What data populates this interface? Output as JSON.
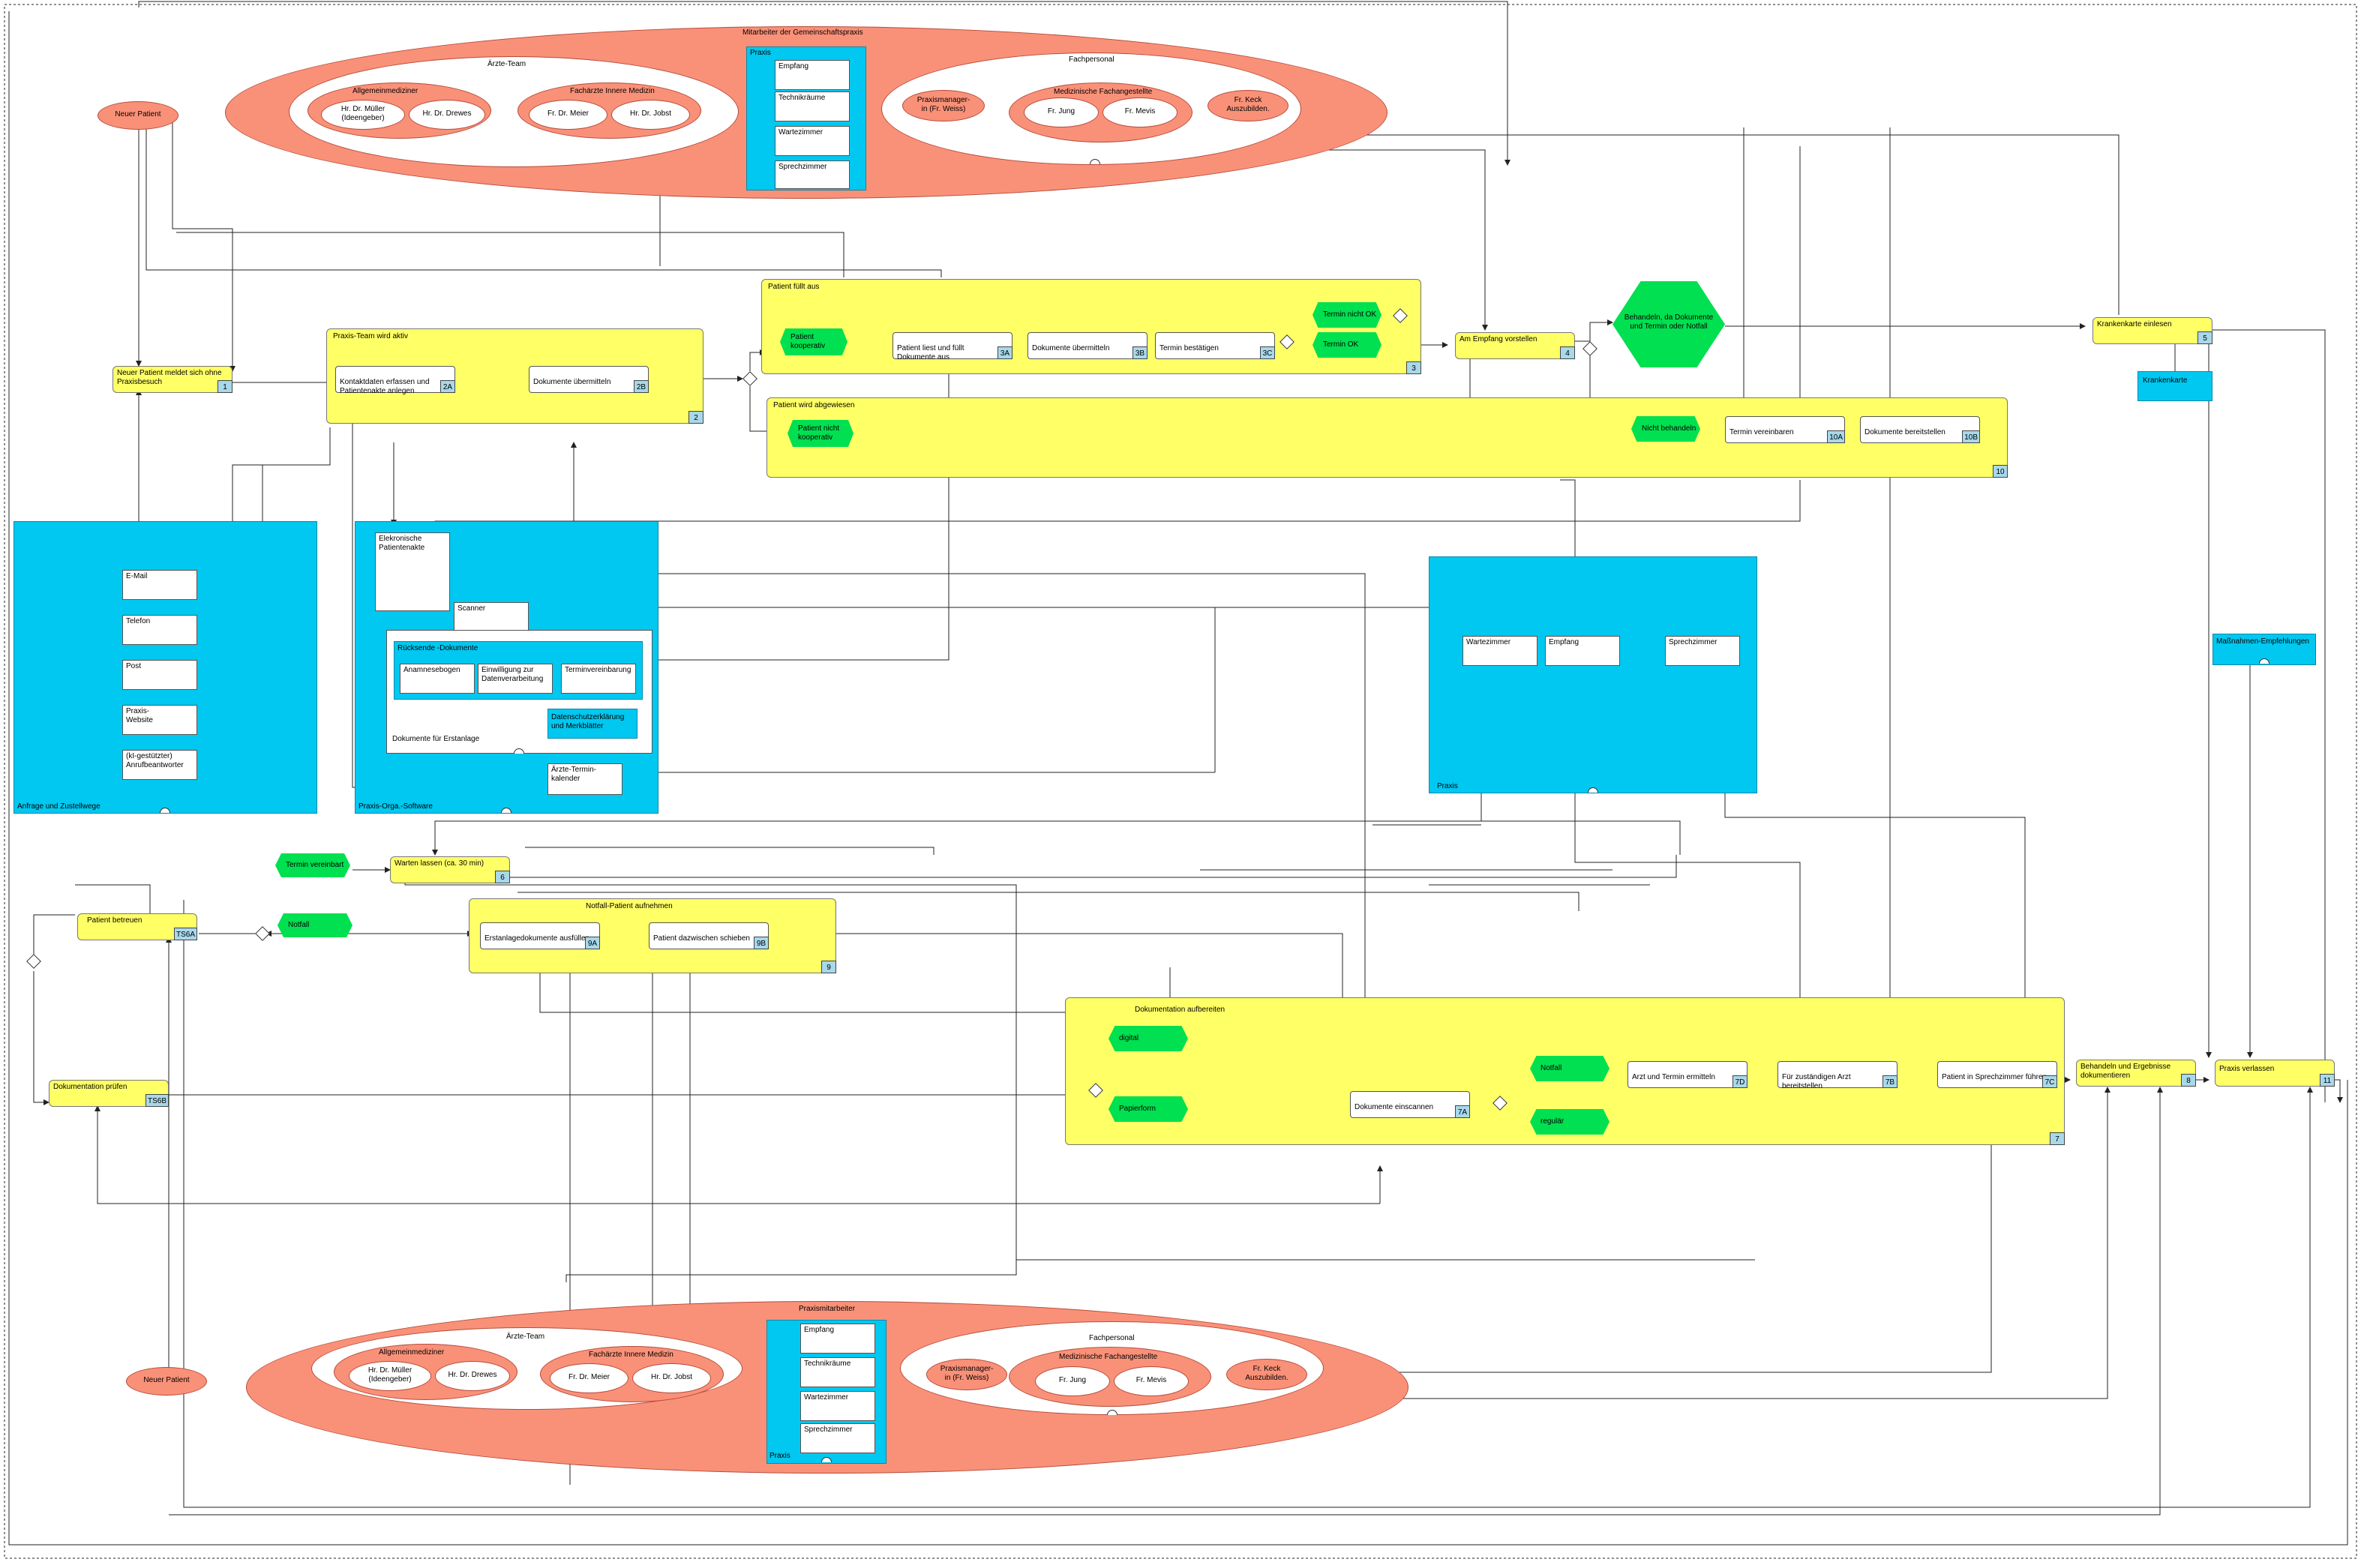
{
  "org_top": {
    "title": "Mitarbeiter der Gemeinschaftspraxis",
    "aerzte_team": "Ärzte-Team",
    "allgemein": "Allgemeinmediziner",
    "mueller": "Hr. Dr. Müller\n(Ideengeber)",
    "drewes": "Hr. Dr. Drewes",
    "fachaerzte": "Fachärzte Innere Medizin",
    "meier": "Fr. Dr. Meier",
    "jobst": "Hr. Dr. Jobst",
    "praxis": "Praxis",
    "rooms": [
      "Empfang",
      "Technikräume",
      "Wartezimmer",
      "Sprechzimmer"
    ],
    "fachpersonal": "Fachpersonal",
    "praxismanager": "Praxismanager-\nin (Fr. Weiss)",
    "mfa": "Medizinische Fachangestellte",
    "jung": "Fr. Jung",
    "mevis": "Fr. Mevis",
    "keck": "Fr. Keck\nAuszubilden."
  },
  "org_bottom": {
    "title": "Praxismitarbeiter",
    "aerzte_team": "Ärzte-Team",
    "allgemein": "Allgemeinmediziner",
    "mueller": "Hr. Dr. Müller\n(Ideengeber)",
    "drewes": "Hr. Dr. Drewes",
    "fachaerzte": "Fachärzte Innere Medizin",
    "meier": "Fr. Dr. Meier",
    "jobst": "Hr. Dr. Jobst",
    "praxis": "Praxis",
    "rooms": [
      "Empfang",
      "Technikräume",
      "Wartezimmer",
      "Sprechzimmer"
    ],
    "fachpersonal": "Fachpersonal",
    "praxismanager": "Praxismanager-\nin (Fr. Weiss)",
    "mfa": "Medizinische Fachangestellte",
    "jung": "Fr. Jung",
    "mevis": "Fr. Mevis",
    "keck": "Fr. Keck\nAuszubilden."
  },
  "neuer_patient": "Neuer Patient",
  "neuer_patient_bottom": "Neuer Patient",
  "step1": {
    "label": "Neuer Patient meldet sich ohne\nPraxisbesuch",
    "num": "1"
  },
  "group2": {
    "title": "Praxis-Team wird aktiv",
    "num": "2",
    "a": {
      "label": "Kontaktdaten erfassen und\nPatientenakte anlegen",
      "num": "2A"
    },
    "b": {
      "label": "Dokumente übermitteln",
      "num": "2B"
    }
  },
  "group3": {
    "title": "Patient füllt aus",
    "num": "3",
    "kooperativ": "Patient\nkooperativ",
    "a": {
      "label": "Patient liest und füllt\nDokumente aus",
      "num": "3A"
    },
    "b": {
      "label": "Dokumente übermitteln",
      "num": "3B"
    },
    "c": {
      "label": "Termin bestätigen",
      "num": "3C"
    },
    "nicht_ok": "Termin nicht OK",
    "ok": "Termin OK"
  },
  "step4": {
    "label": "Am Empfang vorstellen",
    "num": "4"
  },
  "behandeln_hex": "Behandeln, da Dokumente\nund Termin oder Notfall",
  "step5": {
    "label": "Krankenkarte einlesen",
    "num": "5"
  },
  "krankenkarte": "Krankenkarte",
  "group10": {
    "title": "Patient wird abgewiesen",
    "num": "10",
    "nicht_kooperativ": "Patient nicht\nkooperativ",
    "nicht_behandeln": "Nicht behandeln",
    "a": {
      "label": "Termin vereinbaren",
      "num": "10A"
    },
    "b": {
      "label": "Dokumente bereitstellen",
      "num": "10B"
    }
  },
  "anfrage": {
    "title": "Anfrage und Zustellwege",
    "items": [
      "E-Mail",
      "Telefon",
      "Post",
      "Praxis-\nWebsite",
      "(kI-gestützter)\nAnrufbeantworter"
    ]
  },
  "software": {
    "title": "Praxis-Orga.-Software",
    "akte": "Elekronische\nPatientenakte",
    "scanner": "Scanner",
    "ruecksende": "Rücksende -Dokumente",
    "anamnese": "Anamnesebogen",
    "einwilligung": "Einwilligung zur\nDatenverarbeitung",
    "terminvereinbarung": "Terminvereinbarung",
    "datenschutz": "Datenschutzerklärung\nund Merkblätter",
    "erstanlage": "Dokumente für Erstanlage",
    "kalender": "Ärzte-Termin-\nkalender"
  },
  "praxis_right": {
    "title": "Praxis",
    "items": [
      "Wartezimmer",
      "Empfang",
      "Sprechzimmer"
    ]
  },
  "massnahmen": "Maßnahmen-Empfehlungen",
  "termin_vereinbart": "Termin vereinbart",
  "step6": {
    "label": "Warten lassen (ca. 30 min)",
    "num": "6"
  },
  "ts6a": {
    "label": "Patient betreuen",
    "num": "TS6A"
  },
  "notfall_hex": "Notfall",
  "ts6b": {
    "label": "Dokumentation prüfen",
    "num": "TS6B"
  },
  "group9": {
    "title": "Notfall-Patient aufnehmen",
    "num": "9",
    "a": {
      "label": "Erstanlagedokumente ausfüllen",
      "num": "9A"
    },
    "b": {
      "label": "Patient dazwischen schieben",
      "num": "9B"
    }
  },
  "group7": {
    "title": "Dokumentation aufbereiten",
    "num": "7",
    "digital": "digital",
    "papierform": "Papierform",
    "a": {
      "label": "Dokumente einscannen",
      "num": "7A"
    },
    "notfall": "Notfall",
    "regulaer": "regulär",
    "d": {
      "label": "Arzt und Termin ermitteln",
      "num": "7D"
    },
    "b": {
      "label": "Für zuständigen Arzt\nbereitstellen",
      "num": "7B"
    },
    "c": {
      "label": "Patient in Sprechzimmer führen",
      "num": "7C"
    }
  },
  "step8": {
    "label": "Behandeln und Ergebnisse\ndokumentieren",
    "num": "8"
  },
  "step11": {
    "label": "Praxis verlassen",
    "num": "11"
  },
  "colors": {
    "yellow": "#ffff66",
    "cyan": "#00c8f0",
    "green": "#00e050",
    "salmon": "#f99178",
    "number_box": "#a8d8ea"
  }
}
